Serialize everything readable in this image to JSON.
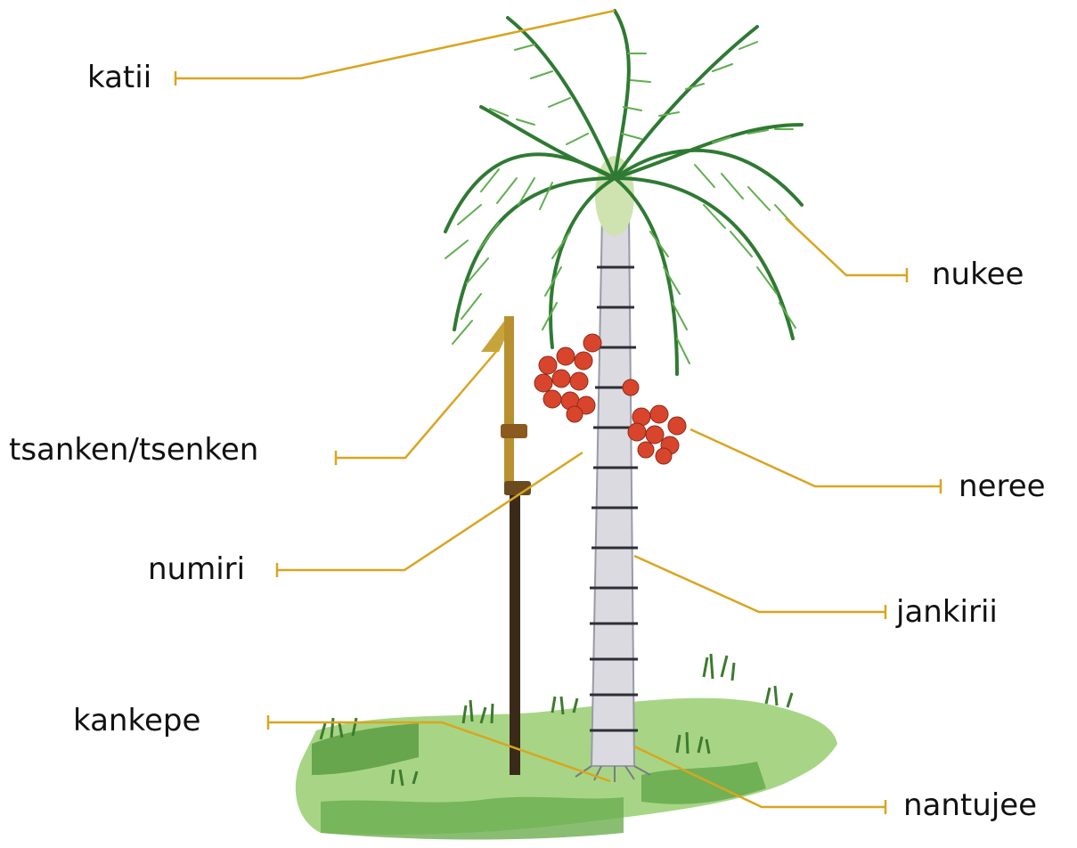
{
  "labels": {
    "katii": "katii",
    "nukee": "nukee",
    "tsanken": "tsanken/tsenken",
    "neree": "neree",
    "numiri": "numiri",
    "jankirii": "jankirii",
    "kankepe": "kankepe",
    "nantujee": "nantujee"
  },
  "colors": {
    "leader_line": "#d9a520",
    "foliage": "#3f8f3a",
    "foliage_light": "#7cc268",
    "trunk": "#d9d9de",
    "trunk_rings": "#2e2e38",
    "fruit": "#d8452c",
    "ground": "#9fd17f",
    "grass_dark": "#3d7a2e",
    "stick": "#8a5a1e"
  }
}
